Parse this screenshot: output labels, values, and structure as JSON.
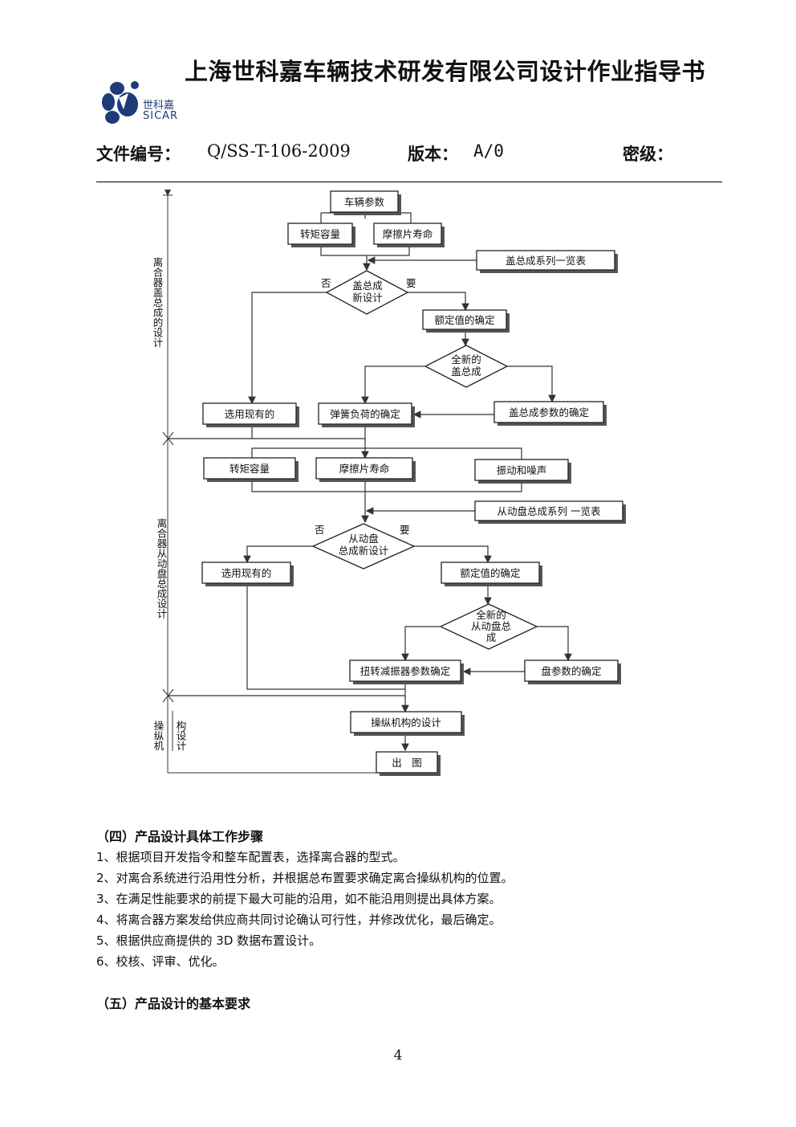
{
  "header": {
    "title": "上海世科嘉车辆技术研发有限公司设计作业指导书",
    "logo_cn": "世科嘉",
    "logo_en": "SICAR",
    "doc_no_label": "文件编号：",
    "doc_no": "Q/SS-T-106-2009",
    "version_label": "版本：",
    "version": "A/0",
    "secret_label": "密级："
  },
  "flowchart": {
    "brand_blue": "#1f3a78",
    "section1_label": "离合器盖总成的设计",
    "section2_label": "离合器从动盘总成设计",
    "section3_label_a": "操纵机",
    "section3_label_b": "构设计",
    "nodes": {
      "vehicle_params": "车辆参数",
      "torque_capacity_1": "转矩容量",
      "friction_life_1": "摩擦片寿命",
      "cover_series_list": "盖总成系列一览表",
      "cover_new_design": [
        "盖总成",
        "新设计"
      ],
      "rated_value_1": "额定值的确定",
      "all_new_cover": [
        "全新的",
        "盖总成"
      ],
      "select_existing_1": "选用现有的",
      "spring_load": "弹簧负荷的确定",
      "cover_params": "盖总成参数的确定",
      "torque_capacity_2": "转矩容量",
      "friction_life_2": "摩擦片寿命",
      "vibration_noise": "振动和噪声",
      "disc_series_list": "从动盘总成系列 一览表",
      "disc_new_design": [
        "从动盘",
        "总成新设计"
      ],
      "select_existing_2": "选用现有的",
      "rated_value_2": "额定值的确定",
      "all_new_disc": [
        "全新的",
        "从动盘总",
        "成"
      ],
      "damper_params": "扭转减振器参数确定",
      "disc_params": "盘参数的确定",
      "actuation_design": "操纵机构的设计",
      "drawing": "出　图"
    },
    "no_1": "否",
    "yes_1": "要",
    "no_2": "否",
    "yes_2": "要"
  },
  "section4": {
    "heading": "（四）产品设计具体工作步骤",
    "steps": [
      "1、根据项目开发指令和整车配置表，选择离合器的型式。",
      "2、对离合系统进行沿用性分析，并根据总布置要求确定离合操纵机构的位置。",
      "3、在满足性能要求的前提下最大可能的沿用，如不能沿用则提出具体方案。",
      "4、将离合器方案发给供应商共同讨论确认可行性，并修改优化，最后确定。",
      "5、根据供应商提供的 3D 数据布置设计。",
      "6、校核、评审、优化。"
    ]
  },
  "section5": {
    "heading": "（五）产品设计的基本要求"
  },
  "footer": {
    "page_number": "4"
  }
}
